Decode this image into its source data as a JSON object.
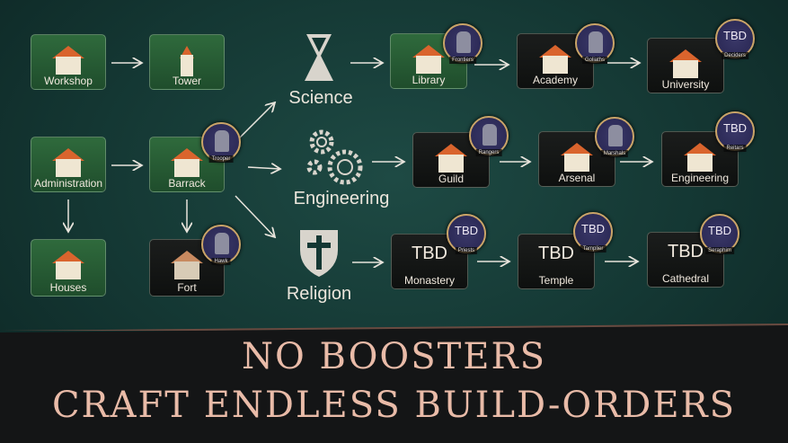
{
  "buildings": {
    "workshop": "Workshop",
    "tower": "Tower",
    "administration": "Administration",
    "barrack": "Barrack",
    "houses": "Houses",
    "fort": "Fort",
    "library": "Library",
    "academy": "Academy",
    "university": "University",
    "guild": "Guild",
    "arsenal": "Arsenal",
    "engineering": "Engineering",
    "monastery": "Monastery",
    "temple": "Temple",
    "cathedral": "Cathedral"
  },
  "categories": {
    "science": "Science",
    "engineering": "Engineering",
    "religion": "Religion"
  },
  "units": {
    "trooper": "Trooper",
    "hawk": "Hawk",
    "frontiers": "Frontiers",
    "goliaths": "Goliaths",
    "deciders": "Deciders",
    "rangers": "Rangers",
    "marshals": "Marshals",
    "reitars": "Reitars",
    "priests": "Priests",
    "tamplier": "Tamplier",
    "seraphim": "Seraphim"
  },
  "tbd": "TBD",
  "tagline": {
    "line1": "NO BOOSTERS",
    "line2": "CRAFT ENDLESS BUILD-ORDERS"
  }
}
